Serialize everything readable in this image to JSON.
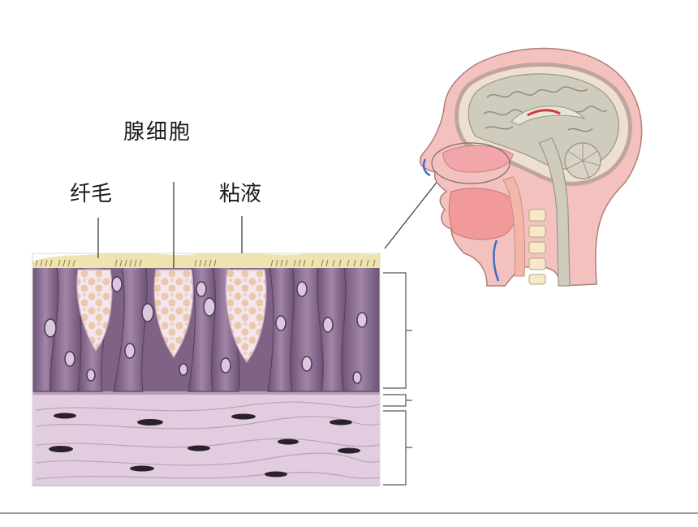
{
  "labels": {
    "gland_cell": "腺细胞",
    "cilia": "纤毛",
    "mucus": "粘液"
  },
  "colors": {
    "cell_purple": "#8e6f95",
    "cell_dark": "#6e5276",
    "mucus_yellow": "#efe3b0",
    "connective_pink": "#e2cde0",
    "gland_granule": "#e9c9a8",
    "head_skin": "#f3c2bf",
    "brain_gray": "#cfcbbd"
  }
}
